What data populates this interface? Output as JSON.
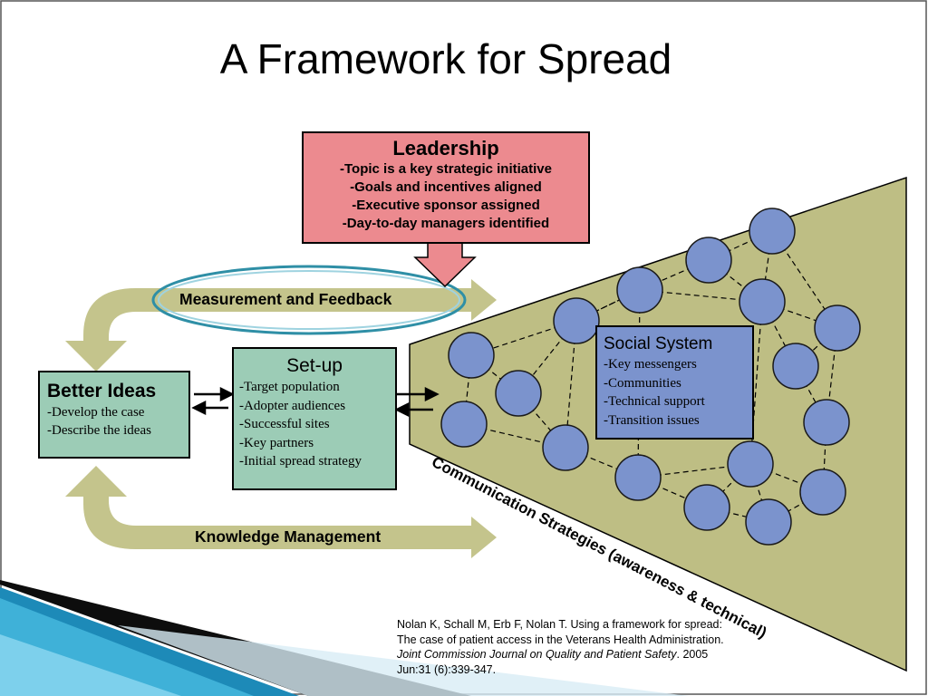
{
  "title": "A Framework for Spread",
  "leadership": {
    "heading": "Leadership",
    "items": [
      "-Topic is a key strategic initiative",
      "-Goals and incentives aligned",
      "-Executive sponsor assigned",
      "-Day-to-day managers identified"
    ]
  },
  "better_ideas": {
    "heading": "Better Ideas",
    "items": [
      "-Develop the case",
      "-Describe the ideas"
    ]
  },
  "setup": {
    "heading": "Set-up",
    "items": [
      "-Target population",
      "-Adopter audiences",
      "-Successful sites",
      "-Key partners",
      "-Initial spread strategy"
    ]
  },
  "social_system": {
    "heading": "Social System",
    "items": [
      "-Key messengers",
      "-Communities",
      "-Technical support",
      "-Transition issues"
    ]
  },
  "measurement_label": "Measurement and Feedback",
  "knowledge_label": "Knowledge Management",
  "communication_label": "Communication Strategies (awareness & technical)",
  "citation": {
    "line1": "Nolan K, Schall M, Erb F, Nolan T. Using a framework for spread:",
    "line2": "The case of patient access in the Veterans Health Administration.",
    "journal": "Joint Commission Journal on Quality and Patient Safety",
    "year": ". 2005",
    "line4": "Jun:31 (6):339-347."
  },
  "colors": {
    "leadership": "#ec8a8f",
    "green_box": "#9cccb6",
    "social_box": "#7b93cd",
    "cone": "#bebe84",
    "node": "#7b93cd",
    "arrow": "#c4c48c",
    "ellipse": "#2f8fa6"
  }
}
